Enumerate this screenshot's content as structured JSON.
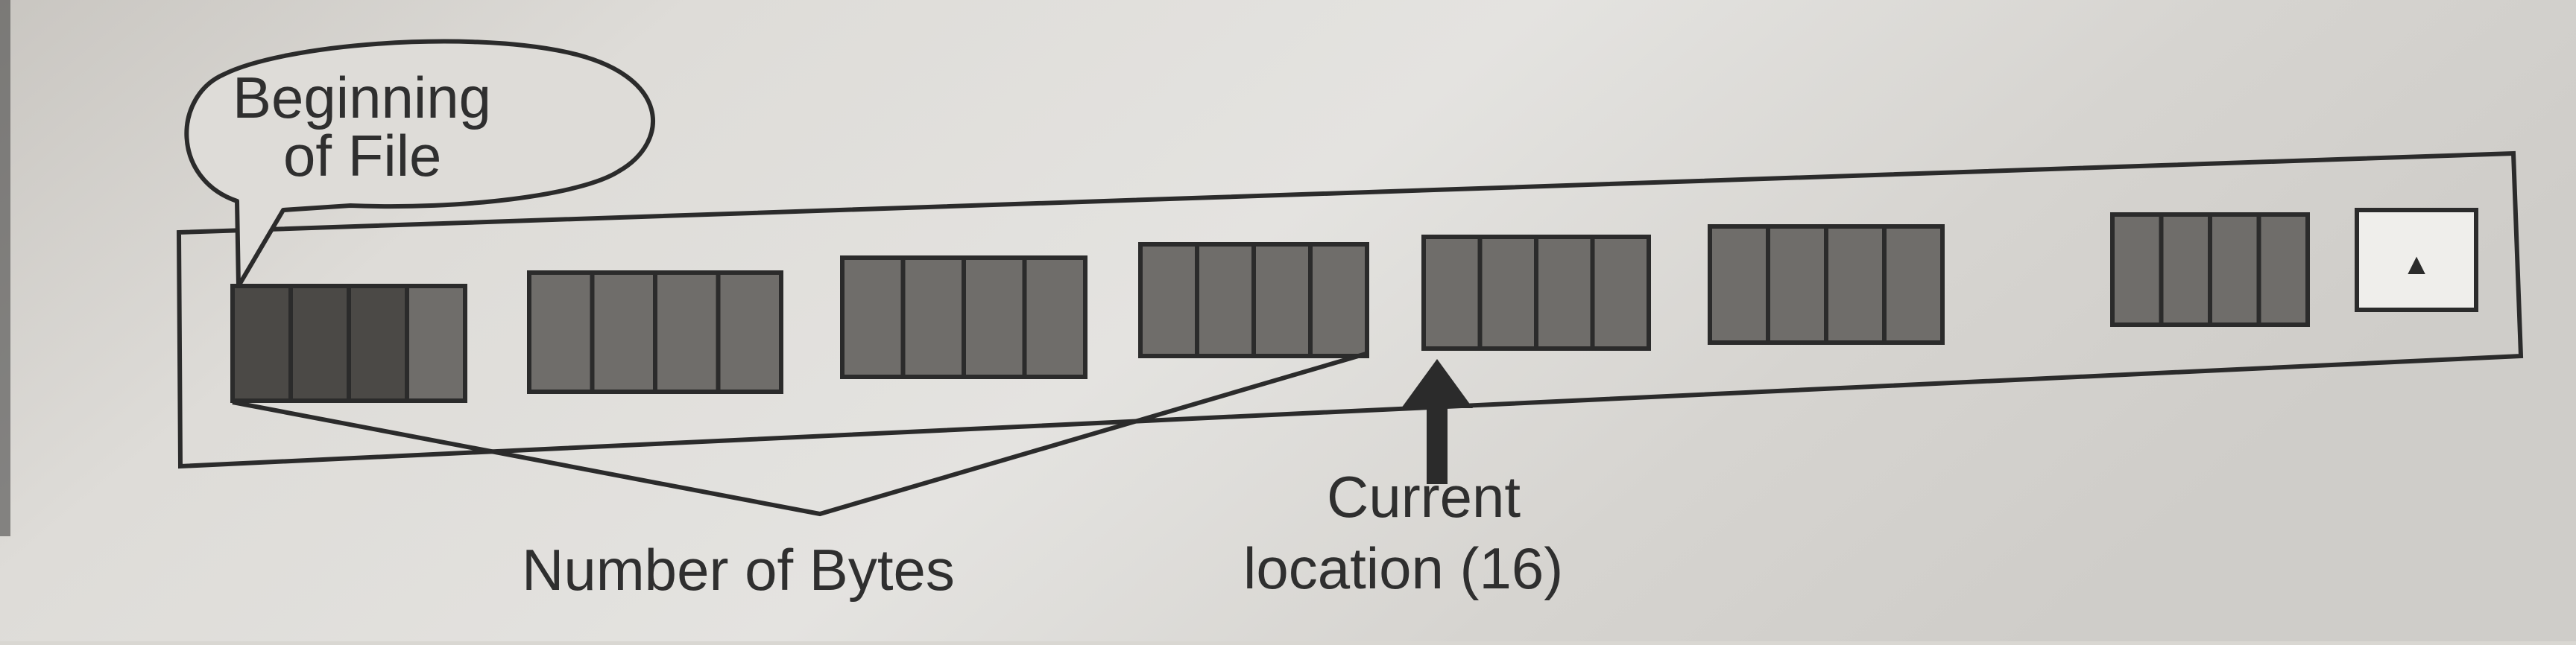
{
  "callout": {
    "line1": "Beginning",
    "line2": "of File"
  },
  "labels": {
    "bytes": "Number of Bytes",
    "current_line1": "Current",
    "current_line2": "location (16)"
  },
  "end_marker": {
    "icon": "triangle-up-icon",
    "glyph": "▲"
  },
  "file": {
    "record_groups": 7,
    "cells_per_group": 4,
    "current_location_byte": 16
  },
  "colors": {
    "paper": "#d9d7d2",
    "ink": "#2b2b2b",
    "cell_fill": "#6f6d6a",
    "first_cell_fill": "#4b4946"
  }
}
